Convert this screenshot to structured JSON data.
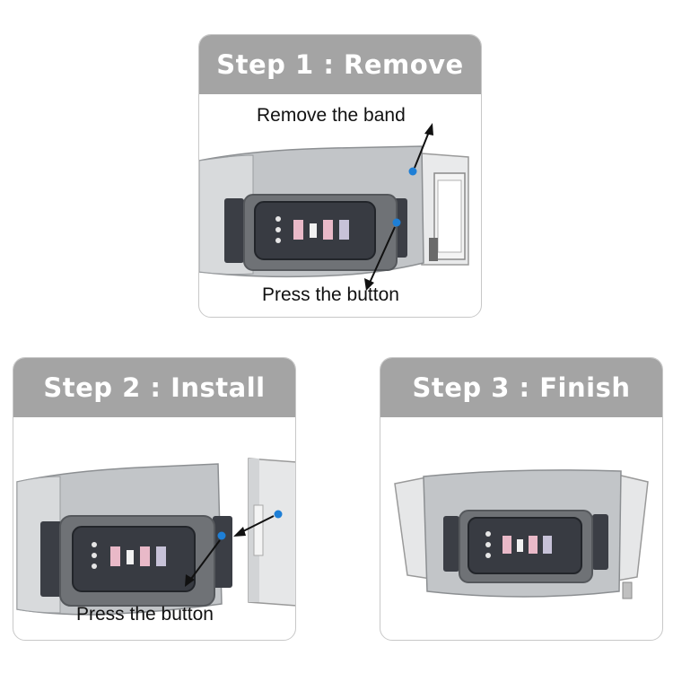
{
  "step1": {
    "title": "Step 1 : Remove",
    "top_label": "Remove the band",
    "bottom_label": "Press the button"
  },
  "step2": {
    "title": "Step 2 : Install",
    "bottom_label": "Press the button"
  },
  "step3": {
    "title": "Step 3 : Finish"
  },
  "colors": {
    "header_bg": "#a4a4a4",
    "header_text": "#ffffff",
    "marker_dot": "#1e7fd6",
    "arrow": "#111111",
    "tracker_body": "#b9bcbf",
    "sensor_panel": "#3a3d44",
    "heart_sensor": "#e8b6c4"
  }
}
